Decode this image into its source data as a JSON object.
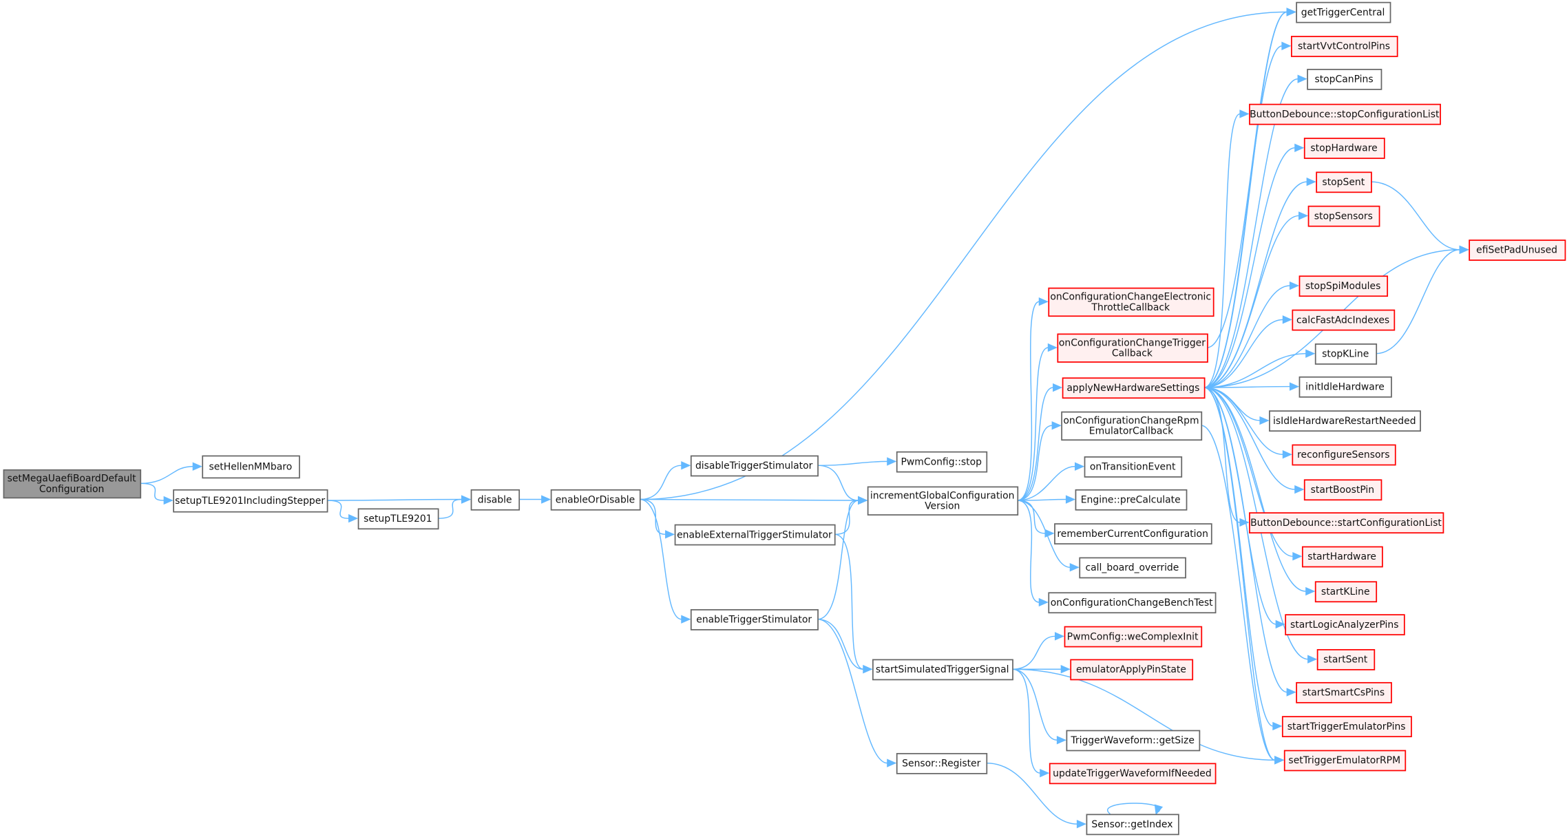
{
  "colors": {
    "edge": "#63b8ff",
    "root_fill": "#999999",
    "root_border": "#666666",
    "normal_fill": "#ffffff",
    "normal_border": "#666666",
    "truncated_fill": "#fff0f0",
    "truncated_border": "#ff0000"
  },
  "nodes": {
    "setMega": {
      "lines": [
        "setMegaUaefiBoardDefault",
        "Configuration"
      ],
      "kind": "root"
    },
    "setHellen": {
      "lines": [
        "setHellenMMbaro"
      ],
      "kind": "normal"
    },
    "setupIncl": {
      "lines": [
        "setupTLE9201IncludingStepper"
      ],
      "kind": "normal"
    },
    "setupTLE": {
      "lines": [
        "setupTLE9201"
      ],
      "kind": "normal"
    },
    "disable": {
      "lines": [
        "disable"
      ],
      "kind": "normal"
    },
    "enableOrDisable": {
      "lines": [
        "enableOrDisable"
      ],
      "kind": "normal"
    },
    "disableTrig": {
      "lines": [
        "disableTriggerStimulator"
      ],
      "kind": "normal"
    },
    "enableExt": {
      "lines": [
        "enableExternalTriggerStimulator"
      ],
      "kind": "normal"
    },
    "enableTrig": {
      "lines": [
        "enableTriggerStimulator"
      ],
      "kind": "normal"
    },
    "incGlobal": {
      "lines": [
        "incrementGlobalConfiguration",
        "Version"
      ],
      "kind": "normal"
    },
    "pwmStop": {
      "lines": [
        "PwmConfig::stop"
      ],
      "kind": "normal"
    },
    "startSim": {
      "lines": [
        "startSimulatedTriggerSignal"
      ],
      "kind": "normal"
    },
    "sensorRegister": {
      "lines": [
        "Sensor::Register"
      ],
      "kind": "normal"
    },
    "onCfgEtb": {
      "lines": [
        "onConfigurationChangeElectronic",
        "ThrottleCallback"
      ],
      "kind": "truncated"
    },
    "onCfgTrig": {
      "lines": [
        "onConfigurationChangeTrigger",
        "Callback"
      ],
      "kind": "truncated"
    },
    "applyNew": {
      "lines": [
        "applyNewHardwareSettings"
      ],
      "kind": "truncated"
    },
    "onCfgRpm": {
      "lines": [
        "onConfigurationChangeRpm",
        "EmulatorCallback"
      ],
      "kind": "normal"
    },
    "onTransition": {
      "lines": [
        "onTransitionEvent"
      ],
      "kind": "normal"
    },
    "preCalc": {
      "lines": [
        "Engine::preCalculate"
      ],
      "kind": "normal"
    },
    "remember": {
      "lines": [
        "rememberCurrentConfiguration"
      ],
      "kind": "normal"
    },
    "callBoard": {
      "lines": [
        "call_board_override"
      ],
      "kind": "normal"
    },
    "onCfgBench": {
      "lines": [
        "onConfigurationChangeBenchTest"
      ],
      "kind": "normal"
    },
    "weComplex": {
      "lines": [
        "PwmConfig::weComplexInit"
      ],
      "kind": "truncated"
    },
    "emuApply": {
      "lines": [
        "emulatorApplyPinState"
      ],
      "kind": "truncated"
    },
    "getSize": {
      "lines": [
        "TriggerWaveform::getSize"
      ],
      "kind": "normal"
    },
    "updateWave": {
      "lines": [
        "updateTriggerWaveformIfNeeded"
      ],
      "kind": "truncated"
    },
    "getIndex": {
      "lines": [
        "Sensor::getIndex"
      ],
      "kind": "normal"
    },
    "getTrigCentral": {
      "lines": [
        "getTriggerCentral"
      ],
      "kind": "normal"
    },
    "startVvt": {
      "lines": [
        "startVvtControlPins"
      ],
      "kind": "truncated"
    },
    "stopCan": {
      "lines": [
        "stopCanPins"
      ],
      "kind": "normal"
    },
    "btnStopCfg": {
      "lines": [
        "ButtonDebounce::stopConfigurationList"
      ],
      "kind": "truncated"
    },
    "stopHw": {
      "lines": [
        "stopHardware"
      ],
      "kind": "truncated"
    },
    "stopSent": {
      "lines": [
        "stopSent"
      ],
      "kind": "truncated"
    },
    "stopSensors": {
      "lines": [
        "stopSensors"
      ],
      "kind": "truncated"
    },
    "stopSpi": {
      "lines": [
        "stopSpiModules"
      ],
      "kind": "truncated"
    },
    "calcAdc": {
      "lines": [
        "calcFastAdcIndexes"
      ],
      "kind": "truncated"
    },
    "stopKLine": {
      "lines": [
        "stopKLine"
      ],
      "kind": "normal"
    },
    "initIdle": {
      "lines": [
        "initIdleHardware"
      ],
      "kind": "normal"
    },
    "isIdle": {
      "lines": [
        "isIdleHardwareRestartNeeded"
      ],
      "kind": "normal"
    },
    "reconfSensors": {
      "lines": [
        "reconfigureSensors"
      ],
      "kind": "truncated"
    },
    "startBoost": {
      "lines": [
        "startBoostPin"
      ],
      "kind": "truncated"
    },
    "btnStartCfg": {
      "lines": [
        "ButtonDebounce::startConfigurationList"
      ],
      "kind": "truncated"
    },
    "startHw": {
      "lines": [
        "startHardware"
      ],
      "kind": "truncated"
    },
    "startKLine": {
      "lines": [
        "startKLine"
      ],
      "kind": "truncated"
    },
    "startLogic": {
      "lines": [
        "startLogicAnalyzerPins"
      ],
      "kind": "truncated"
    },
    "startSent": {
      "lines": [
        "startSent"
      ],
      "kind": "truncated"
    },
    "startSmartCs": {
      "lines": [
        "startSmartCsPins"
      ],
      "kind": "truncated"
    },
    "startTrigEmu": {
      "lines": [
        "startTriggerEmulatorPins"
      ],
      "kind": "truncated"
    },
    "setTrigRpm": {
      "lines": [
        "setTriggerEmulatorRPM"
      ],
      "kind": "truncated"
    },
    "efiSetPad": {
      "lines": [
        "efiSetPadUnused"
      ],
      "kind": "truncated"
    }
  },
  "edges": [
    [
      "setMega",
      "setHellen"
    ],
    [
      "setMega",
      "setupIncl"
    ],
    [
      "setupIncl",
      "disable"
    ],
    [
      "setupIncl",
      "setupTLE"
    ],
    [
      "setupTLE",
      "disable"
    ],
    [
      "disable",
      "enableOrDisable"
    ],
    [
      "enableOrDisable",
      "getTrigCentral"
    ],
    [
      "enableOrDisable",
      "disableTrig"
    ],
    [
      "enableOrDisable",
      "incGlobal"
    ],
    [
      "enableOrDisable",
      "enableExt"
    ],
    [
      "enableOrDisable",
      "enableTrig"
    ],
    [
      "disableTrig",
      "pwmStop"
    ],
    [
      "disableTrig",
      "incGlobal"
    ],
    [
      "enableExt",
      "incGlobal"
    ],
    [
      "enableExt",
      "startSim"
    ],
    [
      "enableTrig",
      "incGlobal"
    ],
    [
      "enableTrig",
      "startSim"
    ],
    [
      "enableTrig",
      "sensorRegister"
    ],
    [
      "incGlobal",
      "onCfgEtb"
    ],
    [
      "incGlobal",
      "onCfgTrig"
    ],
    [
      "incGlobal",
      "applyNew"
    ],
    [
      "incGlobal",
      "onCfgRpm"
    ],
    [
      "incGlobal",
      "onTransition"
    ],
    [
      "incGlobal",
      "preCalc"
    ],
    [
      "incGlobal",
      "remember"
    ],
    [
      "incGlobal",
      "callBoard"
    ],
    [
      "incGlobal",
      "onCfgBench"
    ],
    [
      "onCfgTrig",
      "getTrigCentral"
    ],
    [
      "onCfgRpm",
      "setTrigRpm"
    ],
    [
      "applyNew",
      "getTrigCentral"
    ],
    [
      "applyNew",
      "startVvt"
    ],
    [
      "applyNew",
      "stopCan"
    ],
    [
      "applyNew",
      "btnStopCfg"
    ],
    [
      "applyNew",
      "stopHw"
    ],
    [
      "applyNew",
      "stopSent"
    ],
    [
      "applyNew",
      "stopSensors"
    ],
    [
      "applyNew",
      "efiSetPad"
    ],
    [
      "applyNew",
      "stopSpi"
    ],
    [
      "applyNew",
      "calcAdc"
    ],
    [
      "applyNew",
      "stopKLine"
    ],
    [
      "applyNew",
      "initIdle"
    ],
    [
      "applyNew",
      "isIdle"
    ],
    [
      "applyNew",
      "reconfSensors"
    ],
    [
      "applyNew",
      "startBoost"
    ],
    [
      "applyNew",
      "btnStartCfg"
    ],
    [
      "applyNew",
      "startHw"
    ],
    [
      "applyNew",
      "startKLine"
    ],
    [
      "applyNew",
      "startLogic"
    ],
    [
      "applyNew",
      "startSent"
    ],
    [
      "applyNew",
      "startSmartCs"
    ],
    [
      "applyNew",
      "startTrigEmu"
    ],
    [
      "applyNew",
      "setTrigRpm"
    ],
    [
      "stopSent",
      "efiSetPad"
    ],
    [
      "stopKLine",
      "efiSetPad"
    ],
    [
      "startSim",
      "weComplex"
    ],
    [
      "startSim",
      "emuApply"
    ],
    [
      "startSim",
      "getSize"
    ],
    [
      "startSim",
      "updateWave"
    ],
    [
      "startSim",
      "setTrigRpm"
    ],
    [
      "sensorRegister",
      "getIndex"
    ],
    [
      "getIndex",
      "getIndex"
    ]
  ]
}
